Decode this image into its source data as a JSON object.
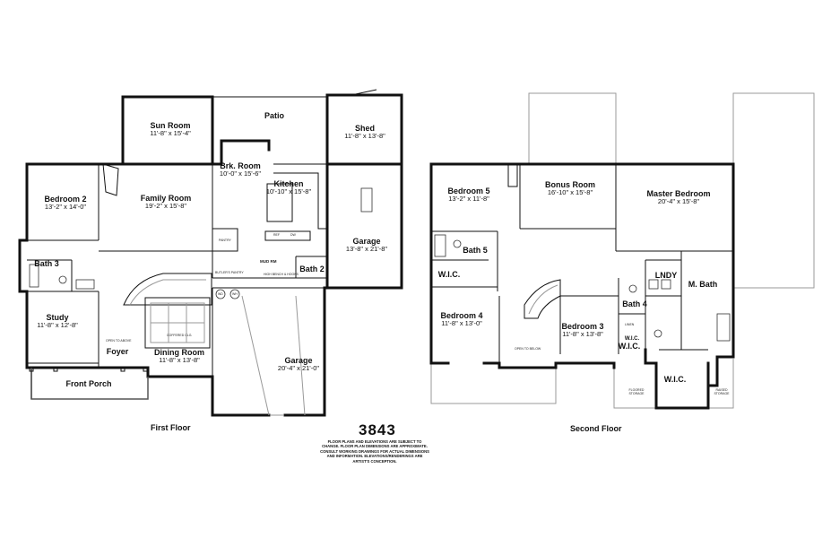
{
  "plan_number": "3843",
  "disclaimer": "FLOOR PLANS AND ELEVATIONS ARE SUBJECT TO CHANGE. FLOOR PLAN DIMENSIONS ARE APPROXIMATE. CONSULT WORKING DRAWINGS FOR ACTUAL DIMENSIONS AND INFORMATION. ELEVATIONS/RENDERINGS ARE ARTIST'S CONCEPTION.",
  "first_floor": {
    "title": "First Floor",
    "rooms": {
      "sun_room": {
        "name": "Sun Room",
        "dim": "11'-8\" x 15'-4\""
      },
      "patio": {
        "name": "Patio",
        "dim": ""
      },
      "shed": {
        "name": "Shed",
        "dim": "11'-8\" x 13'-8\""
      },
      "bedroom_2": {
        "name": "Bedroom 2",
        "dim": "13'-2\" x 14'-0\""
      },
      "family_room": {
        "name": "Family Room",
        "dim": "19'-2\" x 15'-8\""
      },
      "brk_room": {
        "name": "Brk. Room",
        "dim": "10'-0\" x 15'-6\""
      },
      "kitchen": {
        "name": "Kitchen",
        "dim": "10'-10\" x 15'-8\""
      },
      "garage_1": {
        "name": "Garage",
        "dim": "13'-8\" x 21'-8\""
      },
      "bath_3": {
        "name": "Bath 3",
        "dim": ""
      },
      "bath_2": {
        "name": "Bath 2",
        "dim": ""
      },
      "study": {
        "name": "Study",
        "dim": "11'-8\" x 12'-8\""
      },
      "foyer": {
        "name": "Foyer",
        "dim": ""
      },
      "dining_room": {
        "name": "Dining Room",
        "dim": "11'-8\" x 13'-8\""
      },
      "garage_2": {
        "name": "Garage",
        "dim": "20'-4\" x 21'-0\""
      },
      "front_porch": {
        "name": "Front Porch",
        "dim": ""
      }
    },
    "notes": {
      "mud_rm": "MUD RM",
      "pantry": "PANTRY",
      "butlers_pantry": "BUTLER'S PANTRY",
      "bench": "HIGH BENCH & HOOKS",
      "open_to_above": "OPEN TO ABOVE",
      "coffered": "COFFERED CLG.",
      "ref": "REF",
      "dw": "DW",
      "wd": "WD",
      "wh": "WH"
    }
  },
  "second_floor": {
    "title": "Second Floor",
    "rooms": {
      "bedroom_5": {
        "name": "Bedroom 5",
        "dim": "13'-2\" x 11'-8\""
      },
      "bonus_room": {
        "name": "Bonus Room",
        "dim": "16'-10\" x 15'-8\""
      },
      "master_bedroom": {
        "name": "Master Bedroom",
        "dim": "20'-4\" x 15'-8\""
      },
      "bath_5": {
        "name": "Bath 5",
        "dim": ""
      },
      "wic_1": {
        "name": "W.I.C.",
        "dim": ""
      },
      "lndy": {
        "name": "LNDY",
        "dim": ""
      },
      "m_bath": {
        "name": "M. Bath",
        "dim": ""
      },
      "bath_4": {
        "name": "Bath 4",
        "dim": ""
      },
      "bedroom_4": {
        "name": "Bedroom 4",
        "dim": "11'-8\" x 13'-0\""
      },
      "bedroom_3": {
        "name": "Bedroom 3",
        "dim": "11'-8\" x 13'-8\""
      },
      "wic_2": {
        "name": "W.I.C.",
        "dim": ""
      },
      "wic_3": {
        "name": "W.I.C.",
        "dim": ""
      },
      "wic_4": {
        "name": "W.I.C.",
        "dim": ""
      }
    },
    "notes": {
      "open_to_below": "OPEN TO BELOW",
      "floored_storage": "FLOORED STORAGE",
      "raised_storage": "RAISED STORAGE",
      "linen": "LINEN"
    }
  }
}
